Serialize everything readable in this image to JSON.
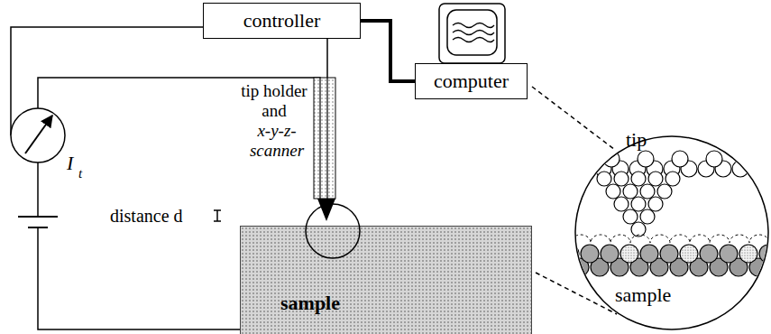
{
  "diagram": {
    "nodes": [
      {
        "text": [
          "controller"
        ]
      },
      {
        "text": [
          "computer"
        ]
      },
      {
        "text": [
          "sample"
        ]
      }
    ],
    "edges": [
      {
        "from": 0,
        "to": 1,
        "arrow": "none"
      }
    ],
    "labels": [
      "tip holder",
      "and",
      "x-y-z-scanner",
      "I",
      "t",
      "distance d",
      "tip",
      "sample"
    ]
  }
}
